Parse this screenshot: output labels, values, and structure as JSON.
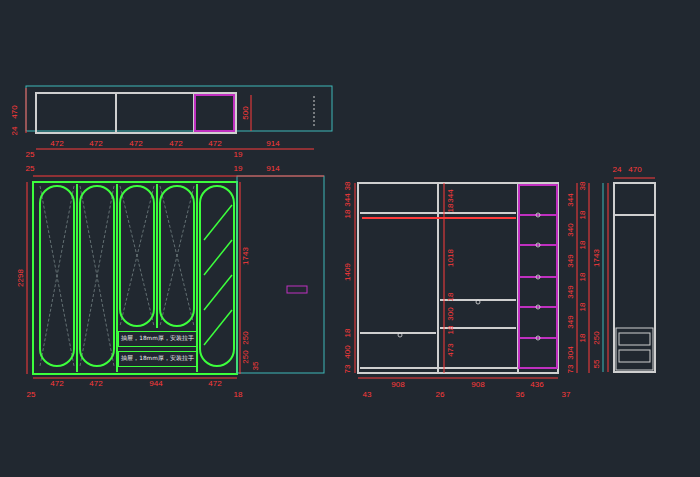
{
  "diagram": {
    "nodes": [
      {
        "text": [
          "抽屉，18mm厚，安装拉手"
        ]
      },
      {
        "text": [
          "抽屉，18mm厚，安装拉手"
        ]
      }
    ],
    "labels": [
      "470",
      "24",
      "472",
      "472",
      "472",
      "472",
      "472",
      "914",
      "25",
      "19",
      "500",
      "25",
      "19",
      "914",
      "2298",
      "1743",
      "250",
      "250",
      "35",
      "472",
      "472",
      "944",
      "472",
      "25",
      "18",
      "38",
      "18",
      "344",
      "1409",
      "18",
      "400",
      "73",
      "18",
      "344",
      "1018",
      "18",
      "300",
      "18",
      "473",
      "38",
      "344",
      "18",
      "340",
      "18",
      "349",
      "18",
      "349",
      "18",
      "349",
      "18",
      "304",
      "73",
      "1743",
      "250",
      "55",
      "908",
      "908",
      "436",
      "43",
      "26",
      "36",
      "37",
      "24",
      "470"
    ]
  }
}
